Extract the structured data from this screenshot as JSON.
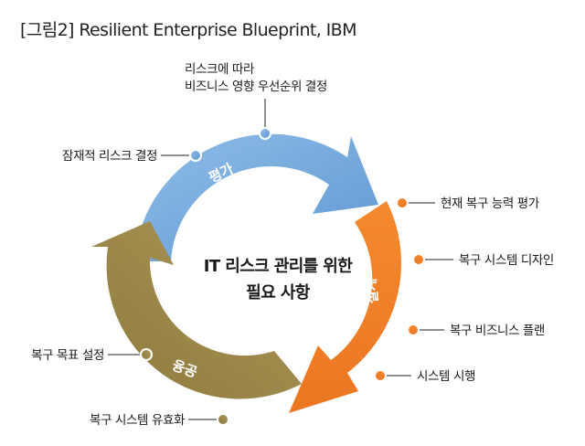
{
  "figure": {
    "title": "[그림2] Resilient Enterprise Blueprint, IBM",
    "center_line1": "IT 리스크 관리를 위한",
    "center_line2": "필요 사항"
  },
  "cycle": {
    "evaluate": "평가",
    "design": "설계",
    "operate": "운용"
  },
  "labels": {
    "biz_priority_line1": "리스크에 따라",
    "biz_priority_line2": "비즈니스 영향 우선순위 결정",
    "potential_risk": "잠재적 리스크 결정",
    "current_recovery": "현재 복구 능력 평가",
    "recovery_design": "복구 시스템 디자인",
    "biz_recovery_plan": "복구 비즈니스 플랜",
    "system_test": "시스템 시행",
    "recovery_goal": "복구 목표 설정",
    "recovery_validation": "복구 시스템 유효화"
  },
  "colors": {
    "evaluate_blue": "#7aaede",
    "design_orange": "#f0812b",
    "operate_olive": "#a08b4a",
    "dot_outline": "#ffffff",
    "text": "#1a1a1a"
  }
}
